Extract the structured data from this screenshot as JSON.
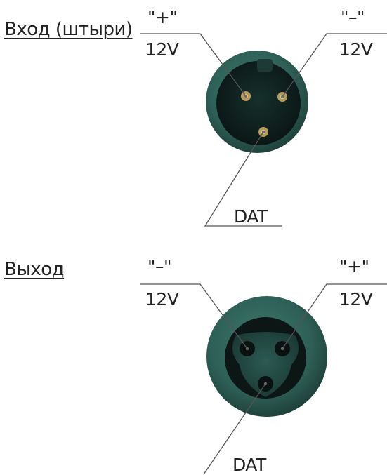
{
  "input": {
    "title": "Вход (штыри)",
    "pin_left": {
      "polarity": "\"+\"",
      "voltage": "12V"
    },
    "pin_right": {
      "polarity": "\"–\"",
      "voltage": "12V"
    },
    "pin_bottom": {
      "label": "DAT"
    }
  },
  "output": {
    "title": "Выход",
    "pin_left": {
      "polarity": "\"–\"",
      "voltage": "12V"
    },
    "pin_right": {
      "polarity": "\"+\"",
      "voltage": "12V"
    },
    "pin_bottom": {
      "label": "DAT"
    }
  },
  "colors": {
    "connector_rim": "#2e5f56",
    "connector_face": "#0f1d1b",
    "socket_face": "#1d3e39",
    "pin_metal": "#b79a5b",
    "line": "#555555"
  }
}
